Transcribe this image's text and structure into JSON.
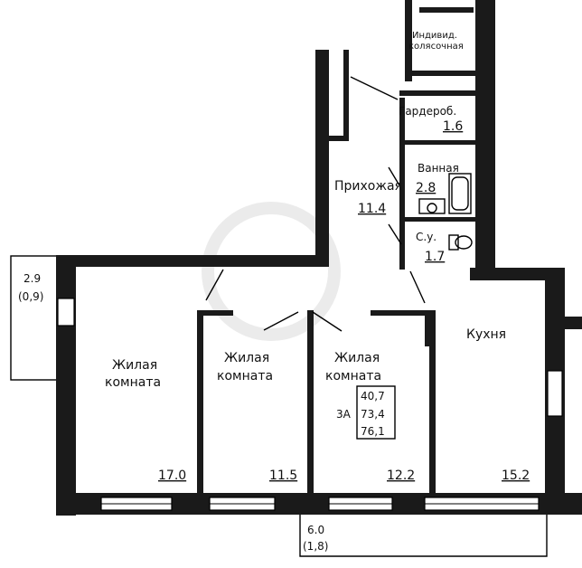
{
  "rooms": {
    "living1": {
      "name_line1": "Жилая",
      "name_line2": "комната",
      "area": "17.0"
    },
    "living2": {
      "name_line1": "Жилая",
      "name_line2": "комната",
      "area": "11.5"
    },
    "living3": {
      "name_line1": "Жилая",
      "name_line2": "комната",
      "area": "12.2"
    },
    "kitchen": {
      "name": "Кухня",
      "area": "15.2"
    },
    "hallway": {
      "name": "Прихожая",
      "area": "11.4"
    },
    "wardrobe": {
      "name": "Гардероб.",
      "area": "1.6"
    },
    "bathroom": {
      "name": "Ванная",
      "area": "2.8"
    },
    "toilet": {
      "name": "С.у.",
      "area": "1.7"
    },
    "stroller": {
      "name_line1": "Индивид.",
      "name_line2": "колясочная"
    }
  },
  "balconies": {
    "left": {
      "area": "2.9",
      "reduced": "(0,9)"
    },
    "bottom": {
      "area": "6.0",
      "reduced": "(1,8)"
    }
  },
  "apartment": {
    "type": "3А",
    "living_area": "40,7",
    "total_area": "73,4",
    "total_with_balcony": "76,1"
  }
}
